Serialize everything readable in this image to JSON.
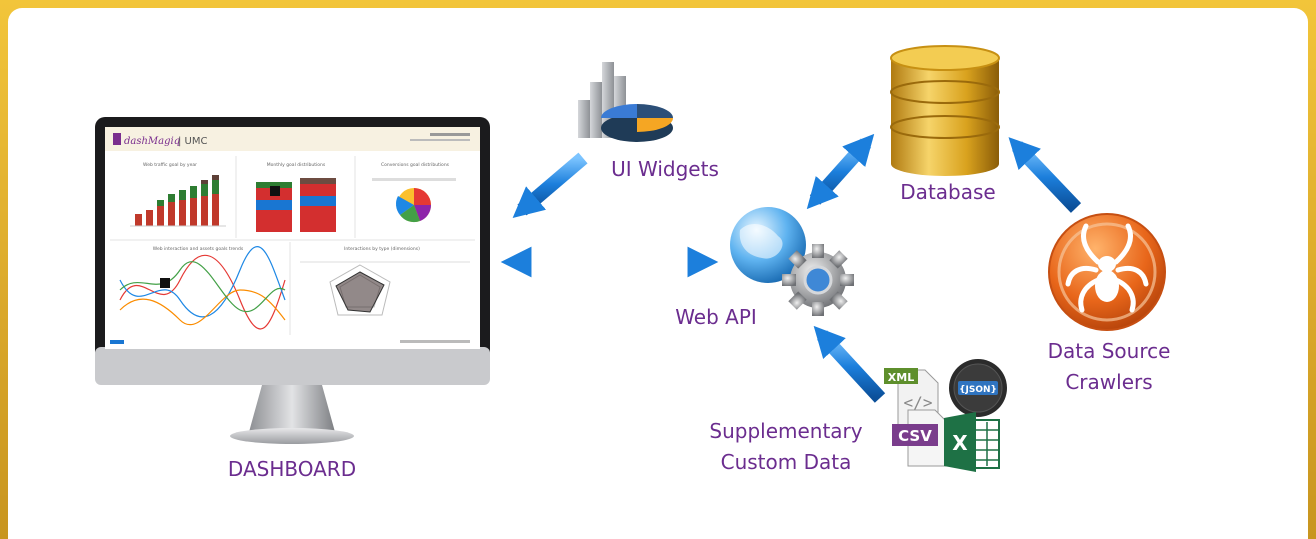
{
  "colors": {
    "frame": "#d9a72a",
    "label_text": "#6b2d8f",
    "arrow": "#1c7fdc"
  },
  "nodes": {
    "dashboard": {
      "label": "DASHBOARD",
      "icon": "monitor-dashboard-icon"
    },
    "ui_widgets": {
      "label": "UI Widgets",
      "icon": "chart-widgets-icon"
    },
    "web_api": {
      "label": "Web API",
      "icon": "globe-gear-icon"
    },
    "database": {
      "label": "Database",
      "icon": "database-cylinder-icon"
    },
    "crawlers": {
      "label_line1": "Data Source",
      "label_line2": "Crawlers",
      "icon": "spider-icon"
    },
    "custom_data": {
      "label_line1": "Supplementary",
      "label_line2": "Custom Data",
      "icon": "file-formats-icon"
    }
  },
  "screen": {
    "app_name": "dashMagiq",
    "app_suffix": "| UMC",
    "charts": [
      "Web traffic goal by year",
      "Monthly goal distributions",
      "Conversions goal distributions",
      "Web interaction and assets goals trends",
      "Interactions by type (dimensions)"
    ]
  },
  "file_badges": {
    "xml": "XML",
    "json": "{JSON}",
    "csv": "CSV",
    "excel": "X"
  },
  "connections": [
    {
      "from": "ui_widgets",
      "to": "dashboard",
      "direction": "one-way"
    },
    {
      "from": "dashboard",
      "to": "web_api",
      "direction": "two-way"
    },
    {
      "from": "web_api",
      "to": "database",
      "direction": "two-way"
    },
    {
      "from": "crawlers",
      "to": "database",
      "direction": "one-way"
    },
    {
      "from": "custom_data",
      "to": "web_api",
      "direction": "one-way"
    }
  ]
}
